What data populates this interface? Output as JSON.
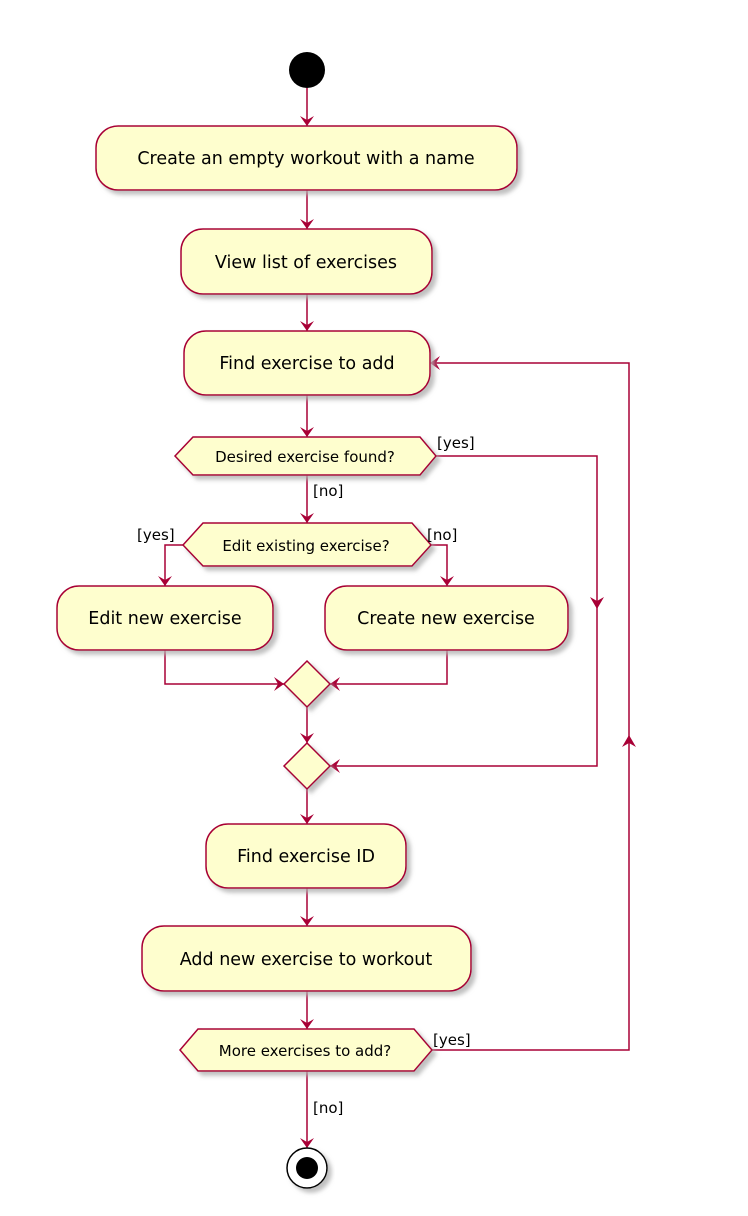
{
  "colors": {
    "node_fill": "#FEFECE",
    "node_stroke": "#A80036",
    "edge": "#A80036",
    "shadow": "#C8C8C8",
    "text": "#000000",
    "start": "#000000"
  },
  "activities": {
    "create_workout": "Create an empty workout with a name",
    "view_list": "View list of exercises",
    "find_exercise": "Find exercise to add",
    "edit_new": "Edit new exercise",
    "create_new": "Create new exercise",
    "find_id": "Find exercise ID",
    "add_to_workout": "Add new exercise to workout"
  },
  "decisions": {
    "desired_found": "Desired exercise found?",
    "edit_existing": "Edit existing exercise?",
    "more_to_add": "More exercises to add?"
  },
  "guards": {
    "found_yes": "[yes]",
    "found_no": "[no]",
    "edit_yes": "[yes]",
    "edit_no": "[no]",
    "more_yes": "[yes]",
    "more_no": "[no]"
  }
}
